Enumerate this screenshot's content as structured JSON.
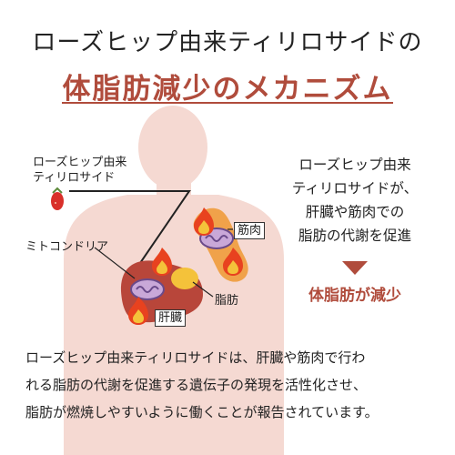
{
  "header": {
    "line1": "ローズヒップ由来ティリロサイドの",
    "line2": "体脂肪減少のメカニズム"
  },
  "diagram": {
    "ingredient_label_line1": "ローズヒップ由来",
    "ingredient_label_line2": "ティリロサイド",
    "mitochondria_label": "ミトコンドリア",
    "muscle_label": "筋肉",
    "fat_label": "脂肪",
    "liver_label": "肝臓"
  },
  "explanation": {
    "lines": [
      "ローズヒップ由来",
      "ティリロサイドが、",
      "肝臓や筋肉での",
      "脂肪の代謝を促進"
    ],
    "result": "体脂肪が減少"
  },
  "description": {
    "lines": [
      "ローズヒップ由来ティリロサイドは、肝臓や筋肉で行わ",
      "れる脂肪の代謝を促進する遺伝子の発現を活性化させ、",
      "脂肪が燃焼しやすいように働くことが報告されています。"
    ]
  },
  "colors": {
    "accent": "#b04c3c",
    "body_silhouette": "#f5d9d2",
    "liver": "#b8463a",
    "muscle": "#f0a24a",
    "fat": "#f4c23a",
    "mitochondria": "#c9a8d8",
    "flame": "#e8421f",
    "rosehip": "#d9302a"
  },
  "icons": [
    "rosehip-icon",
    "flame-icon",
    "mitochondria-icon"
  ]
}
